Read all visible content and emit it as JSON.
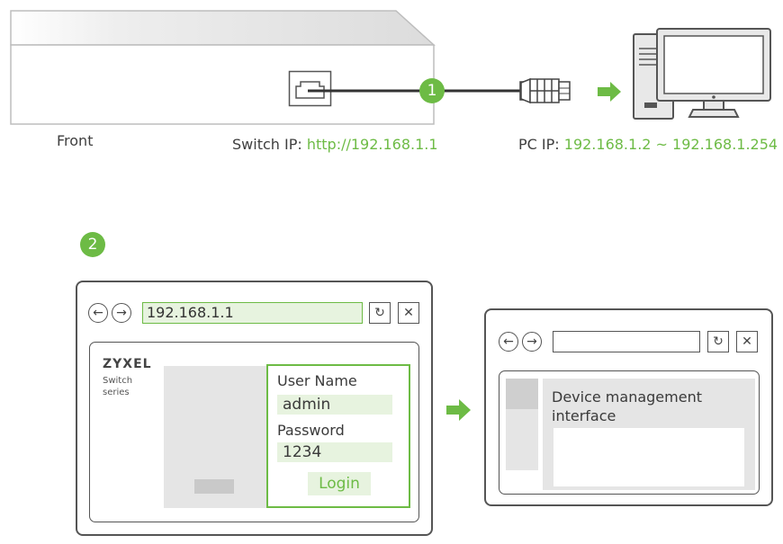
{
  "step1": {
    "badge": "1",
    "front_label": "Front",
    "switch_ip": {
      "label": "Switch IP:",
      "value": "http://192.168.1.1"
    },
    "pc_ip": {
      "label": "PC IP:",
      "value": "192.168.1.2 ~ 192.168.1.254"
    }
  },
  "step2": {
    "badge": "2",
    "login_window": {
      "address": "192.168.1.1",
      "brand": "ZYXEL",
      "brand_sub_1": "Switch",
      "brand_sub_2": "series",
      "username_label": "User Name",
      "username_value": "admin",
      "password_label": "Password",
      "password_value": "1234",
      "login_button": "Login"
    },
    "mgmt_window": {
      "address": "",
      "heading_line1": "Device management",
      "heading_line2": "interface"
    }
  },
  "colors": {
    "accent": "#6dbb45",
    "field_bg": "#e7f3df",
    "outline": "#555555"
  },
  "icons": [
    "rj45-port-icon",
    "ethernet-cable-icon",
    "arrow-right-icon",
    "desktop-pc-icon",
    "back-icon",
    "forward-icon",
    "refresh-icon",
    "close-icon"
  ]
}
